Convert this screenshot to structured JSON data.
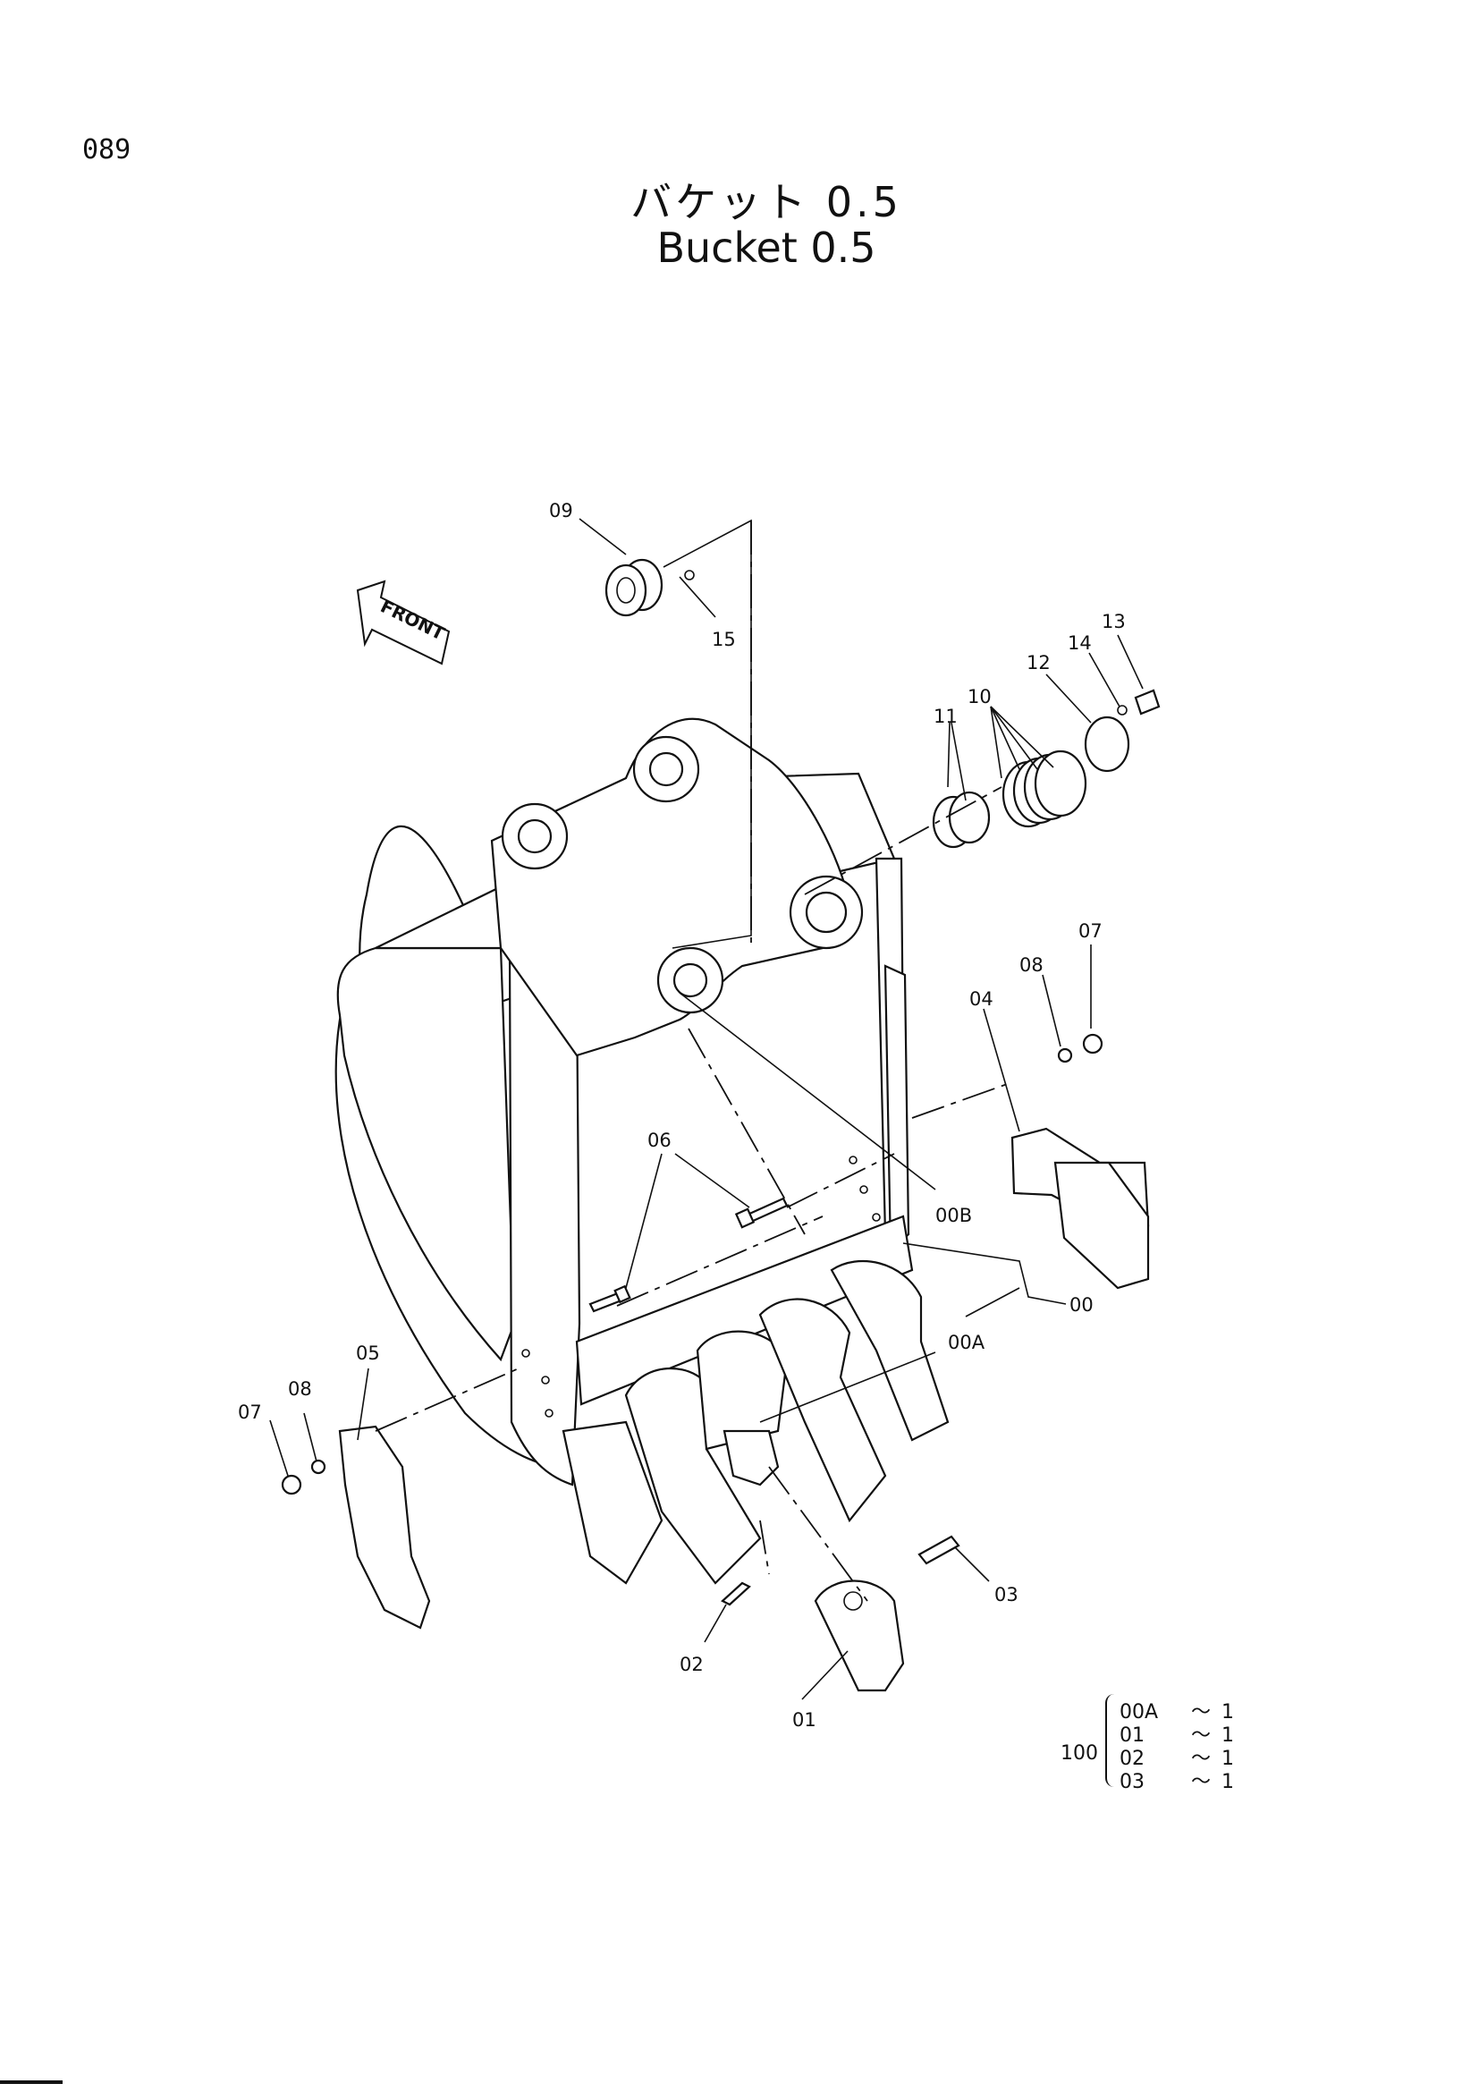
{
  "page": {
    "number": "089"
  },
  "title": {
    "japanese": "バケット 0.5",
    "english": "Bucket 0.5"
  },
  "front_marker": "FRONT",
  "callouts": {
    "c00": "00",
    "c00A": "00A",
    "c00B": "00B",
    "c01": "01",
    "c02": "02",
    "c03": "03",
    "c04": "04",
    "c05": "05",
    "c06": "06",
    "c07a": "07",
    "c07b": "07",
    "c08a": "08",
    "c08b": "08",
    "c09": "09",
    "c10": "10",
    "c11": "11",
    "c12": "12",
    "c13": "13",
    "c14": "14",
    "c15": "15"
  },
  "assembly_legend": {
    "assembly_code": "100",
    "rows": [
      {
        "code": "00A",
        "qty": "1"
      },
      {
        "code": "01",
        "qty": "1"
      },
      {
        "code": "02",
        "qty": "1"
      },
      {
        "code": "03",
        "qty": "1"
      }
    ],
    "tilde": "～"
  }
}
